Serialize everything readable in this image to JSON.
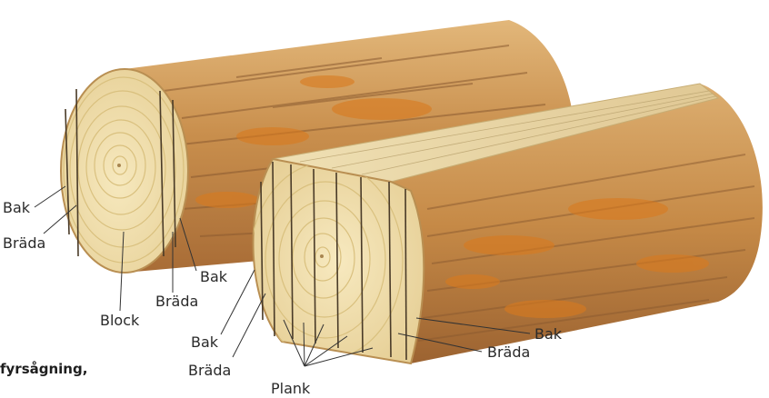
{
  "labels": {
    "log1_bak": "Bak",
    "log1_brada": "Bräda",
    "log1_block": "Block",
    "log1_brada_right": "Bräda",
    "log1_bak_right": "Bak",
    "log2_bak_left": "Bak",
    "log2_brada_left": "Bräda",
    "log2_plank": "Plank",
    "log2_bak_right": "Bak",
    "log2_brada_right": "Bräda"
  },
  "caption": "fyrsågning,",
  "colors": {
    "bark_base": "#cf9a55",
    "bark_dark": "#8a5a30",
    "bark_orange": "#d97a1e",
    "wood_end": "#efdca8",
    "ring": "#d9c07e",
    "cut_line": "#4a3b28",
    "plank_top": "#e9d7a6",
    "leader": "#333333"
  },
  "icons": [
    "log-cross-section-icon"
  ]
}
